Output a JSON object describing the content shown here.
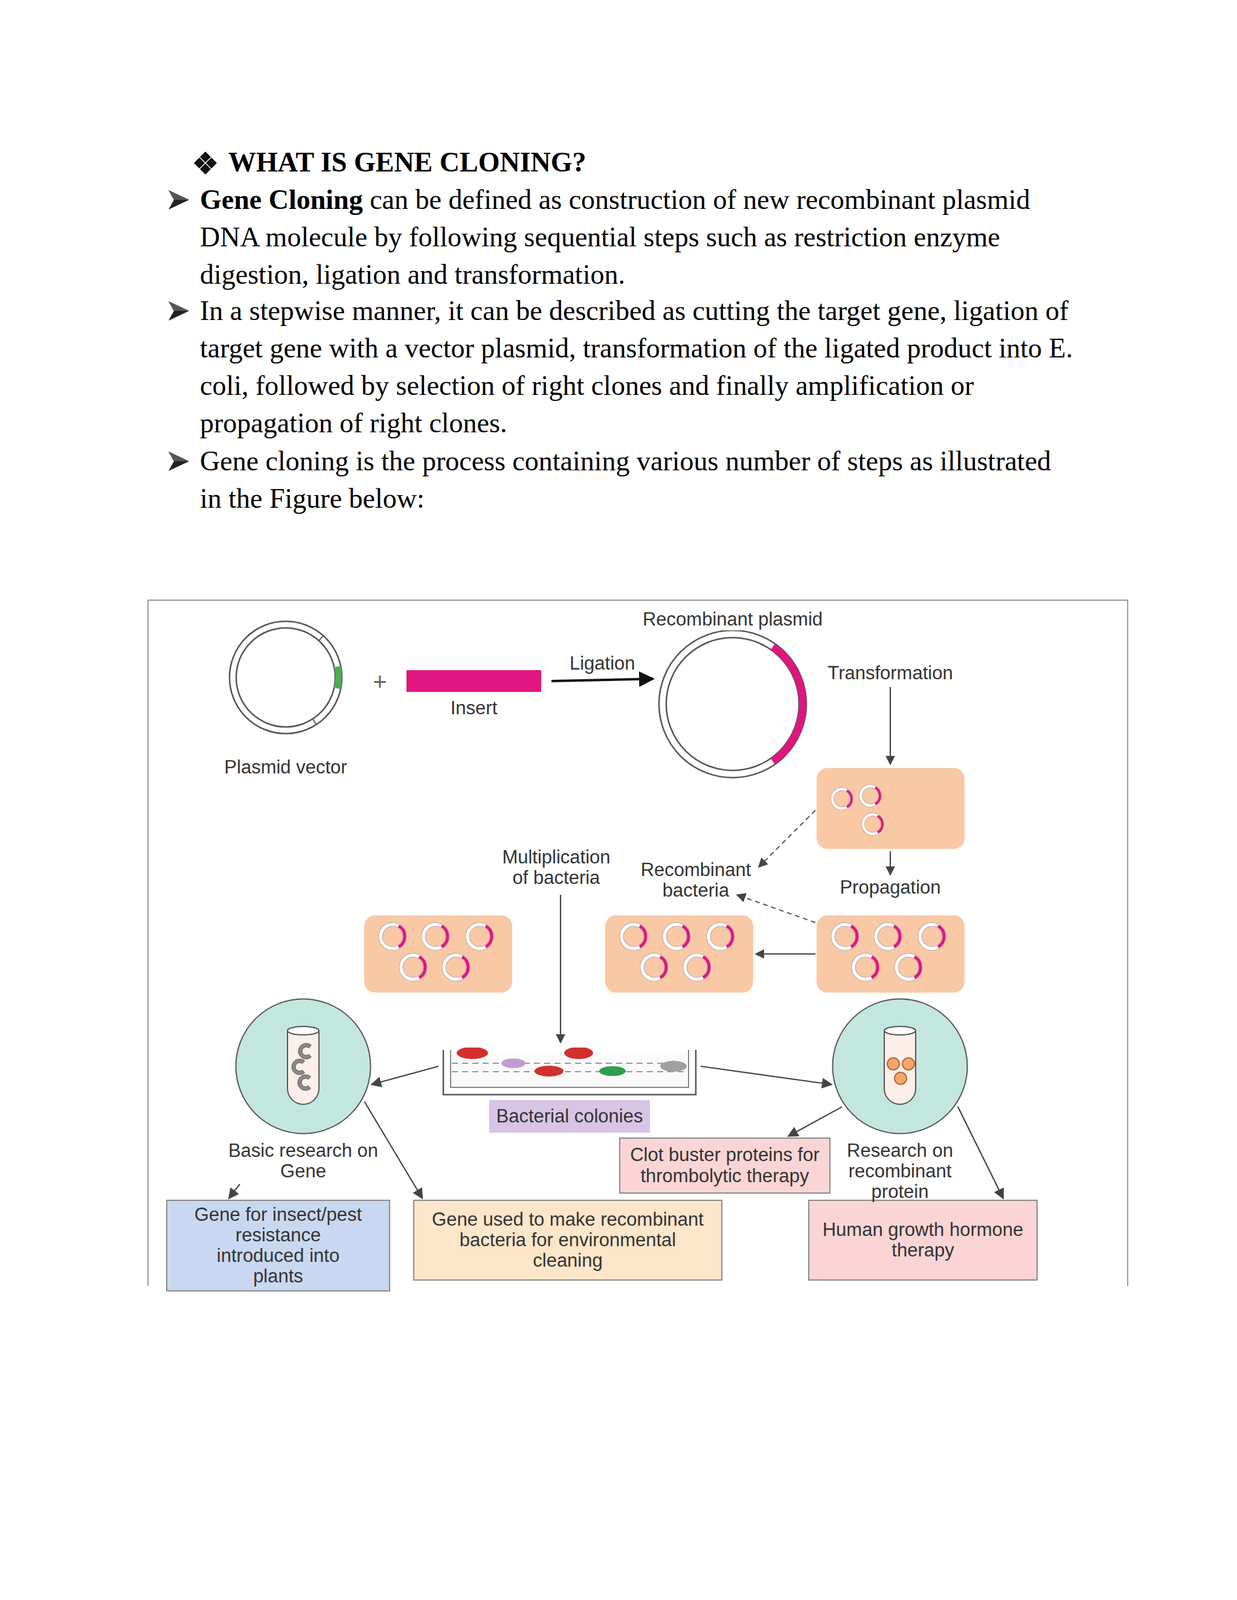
{
  "diagram": {
    "title": "WHAT IS GENE CLONING?",
    "nodes": [
      {
        "text": [
          "Plasmid vector"
        ]
      },
      {
        "text": [
          "Insert"
        ]
      },
      {
        "text": [
          "Recombinant plasmid"
        ]
      },
      {
        "text": [
          "Bacterial colonies"
        ]
      },
      {
        "text": [
          "Basic research on Gene"
        ]
      },
      {
        "text": [
          "Research on recombinant protein"
        ]
      },
      {
        "text": [
          "Gene for insect/pest resistance introduced into plants"
        ]
      },
      {
        "text": [
          "Gene used to make recombinant bacteria for environmental cleaning"
        ]
      },
      {
        "text": [
          "Clot buster proteins for thrombolytic therapy"
        ]
      },
      {
        "text": [
          "Human growth hormone therapy"
        ]
      }
    ],
    "edges": [
      {
        "from": 1,
        "to": 2,
        "arrow": "to",
        "label": "Ligation"
      },
      {
        "from": 3,
        "to": 4,
        "arrow": "to"
      },
      {
        "from": 3,
        "to": 5,
        "arrow": "to"
      },
      {
        "from": 4,
        "to": 6,
        "arrow": "to"
      },
      {
        "from": 4,
        "to": 7,
        "arrow": "to"
      },
      {
        "from": 5,
        "to": 8,
        "arrow": "to"
      },
      {
        "from": 5,
        "to": 9,
        "arrow": "to"
      }
    ],
    "labels": [
      "Gene Cloning",
      "can be defined as construction of new recombinant plasmid DNA molecule by following sequential steps such as restriction enzyme digestion, ligation and transformation.",
      "In a stepwise manner, it can be described as cutting the target gene, ligation of target gene with a vector plasmid, transformation of the ligated product into E. coli, followed by selection of right clones and finally amplification or propagation of right clones.",
      "Gene cloning is the process containing various number of steps as illustrated in the Figure below:",
      "+",
      "Transformation",
      "Propagation",
      "Recombinant bacteria",
      "Multiplication of bacteria"
    ]
  }
}
